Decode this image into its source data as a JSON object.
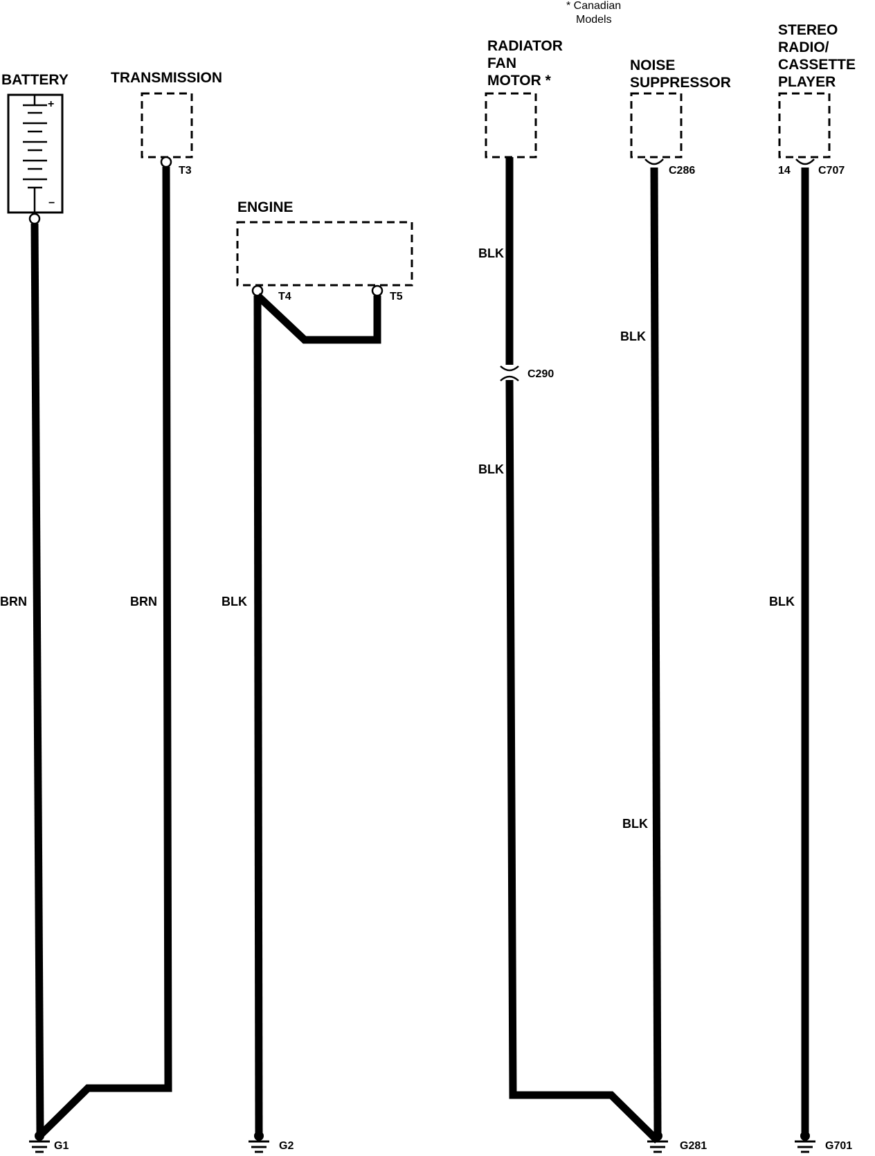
{
  "note": {
    "line1": "* Canadian",
    "line2": "Models"
  },
  "components": {
    "battery": "BATTERY",
    "battery_pos": "+",
    "battery_neg": "−",
    "transmission": "TRANSMISSION",
    "engine": "ENGINE",
    "radiator_fan_motor": [
      "RADIATOR",
      "FAN",
      "MOTOR *"
    ],
    "noise_suppressor": [
      "NOISE",
      "SUPPRESSOR"
    ],
    "stereo": [
      "STEREO",
      "RADIO/",
      "CASSETTE",
      "PLAYER"
    ]
  },
  "terminals": {
    "t3": "T3",
    "t4": "T4",
    "t5": "T5",
    "c290": "C290",
    "c286": "C286",
    "c707_pin": "14",
    "c707": "C707"
  },
  "wires": {
    "battery": "BRN",
    "transmission": "BRN",
    "engine": "BLK",
    "fan_upper": "BLK",
    "fan_lower": "BLK",
    "noise_upper": "BLK",
    "noise_lower": "BLK",
    "stereo": "BLK"
  },
  "grounds": {
    "g1": "G1",
    "g2": "G2",
    "g281": "G281",
    "g701": "G701"
  }
}
